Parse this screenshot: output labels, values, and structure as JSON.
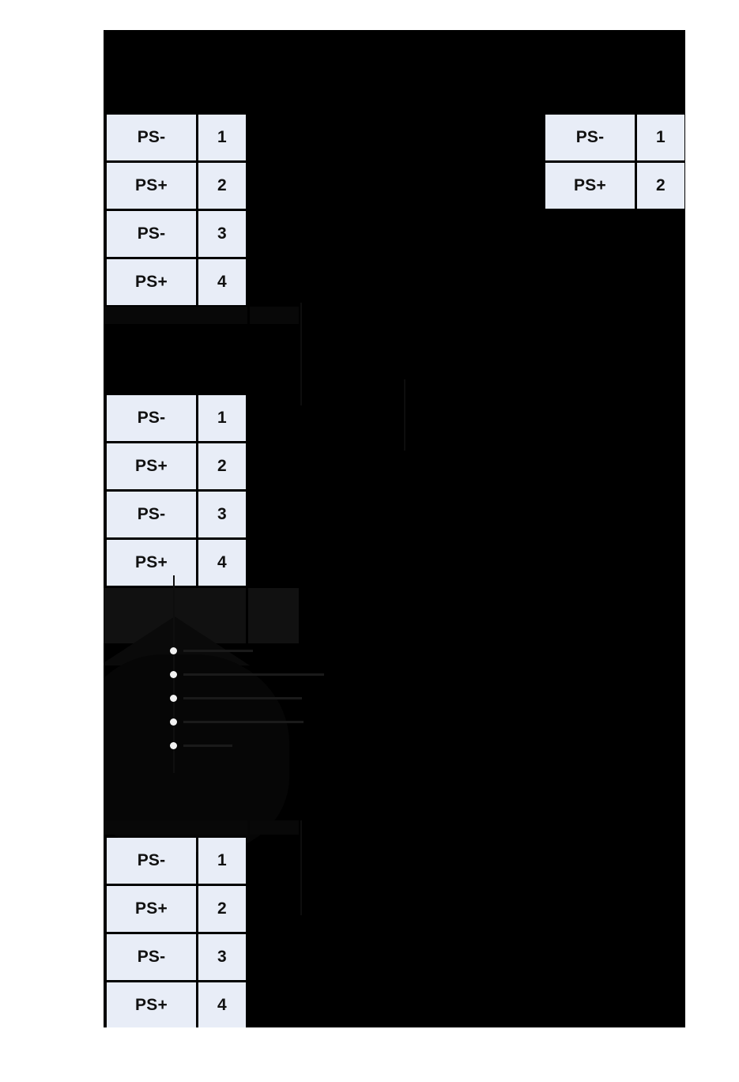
{
  "page": {
    "background_color": "#ffffff",
    "canvas_color": "#000000"
  },
  "theme": {
    "cell_fill": "#e8edf7",
    "cell_text": "#111111",
    "bullet_color": "#f2f2f2",
    "faint_line_color": "#1a1a1a"
  },
  "tables": [
    {
      "id": "connector-top-left",
      "position": "top-left",
      "columns": [
        "signal",
        "pin"
      ],
      "rows": [
        {
          "signal": "PS-",
          "pin": "1"
        },
        {
          "signal": "PS+",
          "pin": "2"
        },
        {
          "signal": "PS-",
          "pin": "3"
        },
        {
          "signal": "PS+",
          "pin": "4"
        }
      ]
    },
    {
      "id": "connector-top-right",
      "position": "top-right",
      "columns": [
        "signal",
        "pin"
      ],
      "rows": [
        {
          "signal": "PS-",
          "pin": "1"
        },
        {
          "signal": "PS+",
          "pin": "2"
        }
      ]
    },
    {
      "id": "connector-middle-left",
      "position": "middle-left",
      "columns": [
        "signal",
        "pin"
      ],
      "rows": [
        {
          "signal": "PS-",
          "pin": "1"
        },
        {
          "signal": "PS+",
          "pin": "2"
        },
        {
          "signal": "PS-",
          "pin": "3"
        },
        {
          "signal": "PS+",
          "pin": "4"
        }
      ]
    },
    {
      "id": "connector-bottom-left",
      "position": "bottom-left",
      "columns": [
        "signal",
        "pin"
      ],
      "rows": [
        {
          "signal": "PS-",
          "pin": "1"
        },
        {
          "signal": "PS+",
          "pin": "2"
        },
        {
          "signal": "PS-",
          "pin": "3"
        },
        {
          "signal": "PS+",
          "pin": "4"
        }
      ]
    }
  ],
  "bullet_list": {
    "items": [
      {
        "line_width": 88
      },
      {
        "line_width": 178
      },
      {
        "line_width": 150
      },
      {
        "line_width": 152
      },
      {
        "line_width": 62
      }
    ]
  }
}
